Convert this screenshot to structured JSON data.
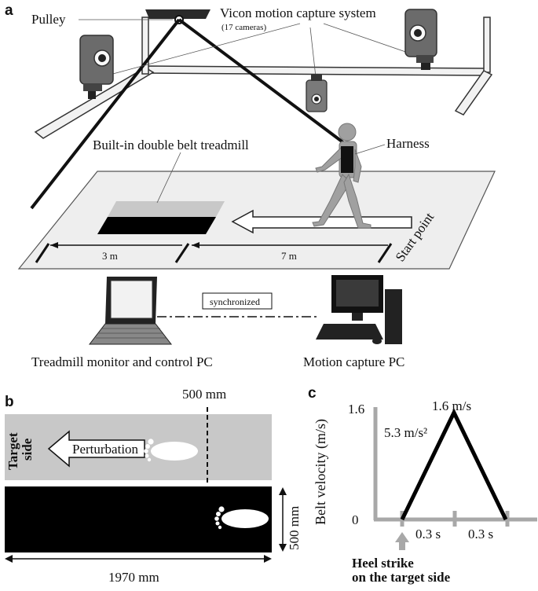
{
  "panel_a": {
    "letter": "a",
    "pulley": "Pulley",
    "vicon_title": "Vicon motion capture system",
    "vicon_sub": "(17 cameras)",
    "treadmill": "Built-in double belt treadmill",
    "harness": "Harness",
    "dist_3m": "3 m",
    "dist_7m": "7 m",
    "start_point": "Start point",
    "synchronized": "synchronized",
    "treadmill_pc": "Treadmill monitor and control PC",
    "motion_pc": "Motion capture PC"
  },
  "panel_b": {
    "letter": "b",
    "mm500_top": "500 mm",
    "target_side_1": "Target",
    "target_side_2": "side",
    "perturbation": "Perturbation",
    "mm500_right": "500 mm",
    "mm1970": "1970 mm"
  },
  "panel_c": {
    "letter": "c",
    "y_top": "1.6",
    "y_zero": "0",
    "ylabel": "Belt velocity (m/s)",
    "peak": "1.6 m/s",
    "accel": "5.3 m/s²",
    "t1": "0.3 s",
    "t2": "0.3 s",
    "heel_1": "Heel strike",
    "heel_2": "on the target side"
  },
  "colors": {
    "belt_gray": "#c8c8c8",
    "belt_black": "#000000",
    "axis_gray": "#a8a8a8"
  }
}
